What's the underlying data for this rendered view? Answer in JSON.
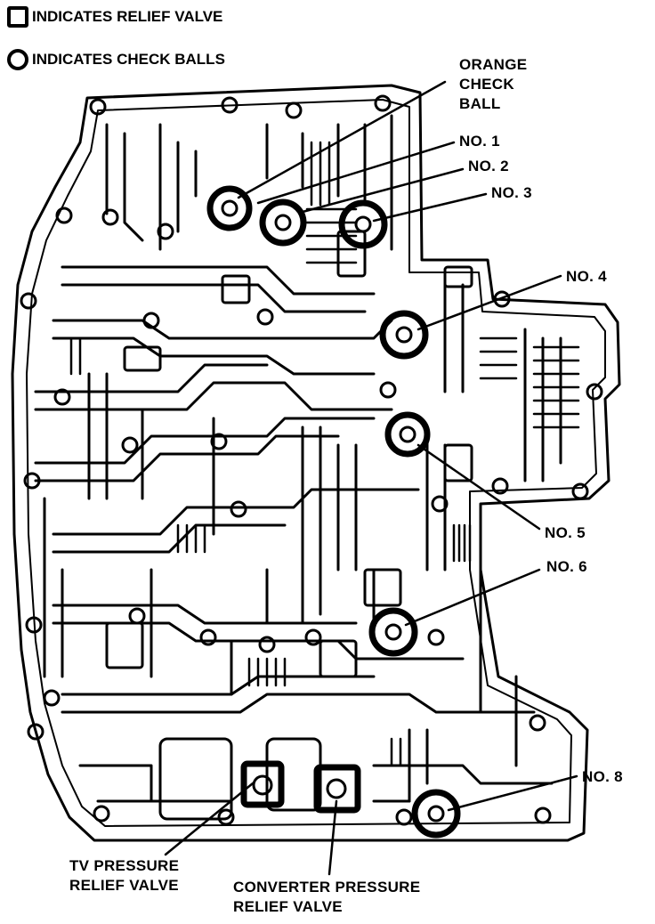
{
  "legend": {
    "relief_valve": "INDICATES RELIEF VALVE",
    "check_balls": "INDICATES CHECK BALLS"
  },
  "callouts": {
    "orange_check_ball": [
      "ORANGE",
      "CHECK",
      "BALL"
    ],
    "no1": "NO. 1",
    "no2": "NO. 2",
    "no3": "NO. 3",
    "no4": "NO. 4",
    "no5": "NO. 5",
    "no6": "NO. 6",
    "no8": "NO. 8",
    "tv_relief": [
      "TV PRESSURE",
      "RELIEF VALVE"
    ],
    "converter_relief": [
      "CONVERTER PRESSURE",
      "RELIEF VALVE"
    ]
  },
  "colors": {
    "ink": "#000000",
    "paper": "#ffffff"
  }
}
